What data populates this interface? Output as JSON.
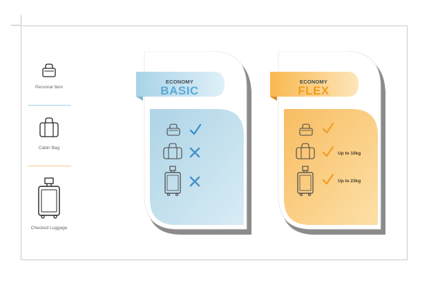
{
  "legend": [
    {
      "label": "Personal Item",
      "icon": "personal-item-icon"
    },
    {
      "label": "Cabin Bag",
      "icon": "cabin-bag-icon"
    },
    {
      "label": "Checked Luggage",
      "icon": "checked-luggage-icon"
    }
  ],
  "cards": [
    {
      "eyebrow": "ECONOMY",
      "title": "BASIC",
      "accent": "#5aa9d6",
      "tag_color": "#bfe0ef",
      "panel_color": "#bcdcea",
      "rows": [
        {
          "item": "personal-item",
          "status": "check",
          "note": ""
        },
        {
          "item": "cabin-bag",
          "status": "cross",
          "note": ""
        },
        {
          "item": "checked-luggage",
          "status": "cross",
          "note": ""
        }
      ]
    },
    {
      "eyebrow": "ECONOMY",
      "title": "FLEX",
      "accent": "#f39c1f",
      "tag_color": "#fbd79c",
      "panel_color": "#fbcf86",
      "rows": [
        {
          "item": "personal-item",
          "status": "check",
          "note": ""
        },
        {
          "item": "cabin-bag",
          "status": "check",
          "note": "Up to 10kg"
        },
        {
          "item": "checked-luggage",
          "status": "check",
          "note": "Up to 23kg"
        }
      ]
    }
  ],
  "colors": {
    "divider_blue": "#9fd0e6",
    "divider_orange": "#f6c48a",
    "check_blue": "#3b8fd0",
    "cross_blue": "#4a90c8",
    "check_orange": "#f0a028"
  }
}
